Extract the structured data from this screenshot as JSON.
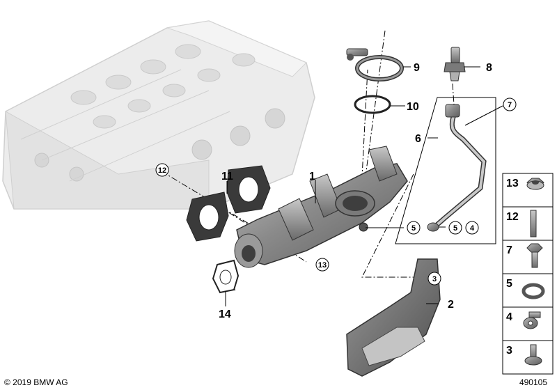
{
  "labels": {
    "l1": "1",
    "l2": "2",
    "l6": "6",
    "l8": "8",
    "l9": "9",
    "l10": "10",
    "l11": "11",
    "l14": "14"
  },
  "circled": {
    "c3": "3",
    "c4": "4",
    "c5a": "5",
    "c5b": "5",
    "c7": "7",
    "c12": "12",
    "c13": "13"
  },
  "legend": [
    "13",
    "12",
    "7",
    "5",
    "4",
    "3"
  ],
  "footer": {
    "copyright": "© 2019 BMW AG",
    "doc_number": "490105"
  }
}
